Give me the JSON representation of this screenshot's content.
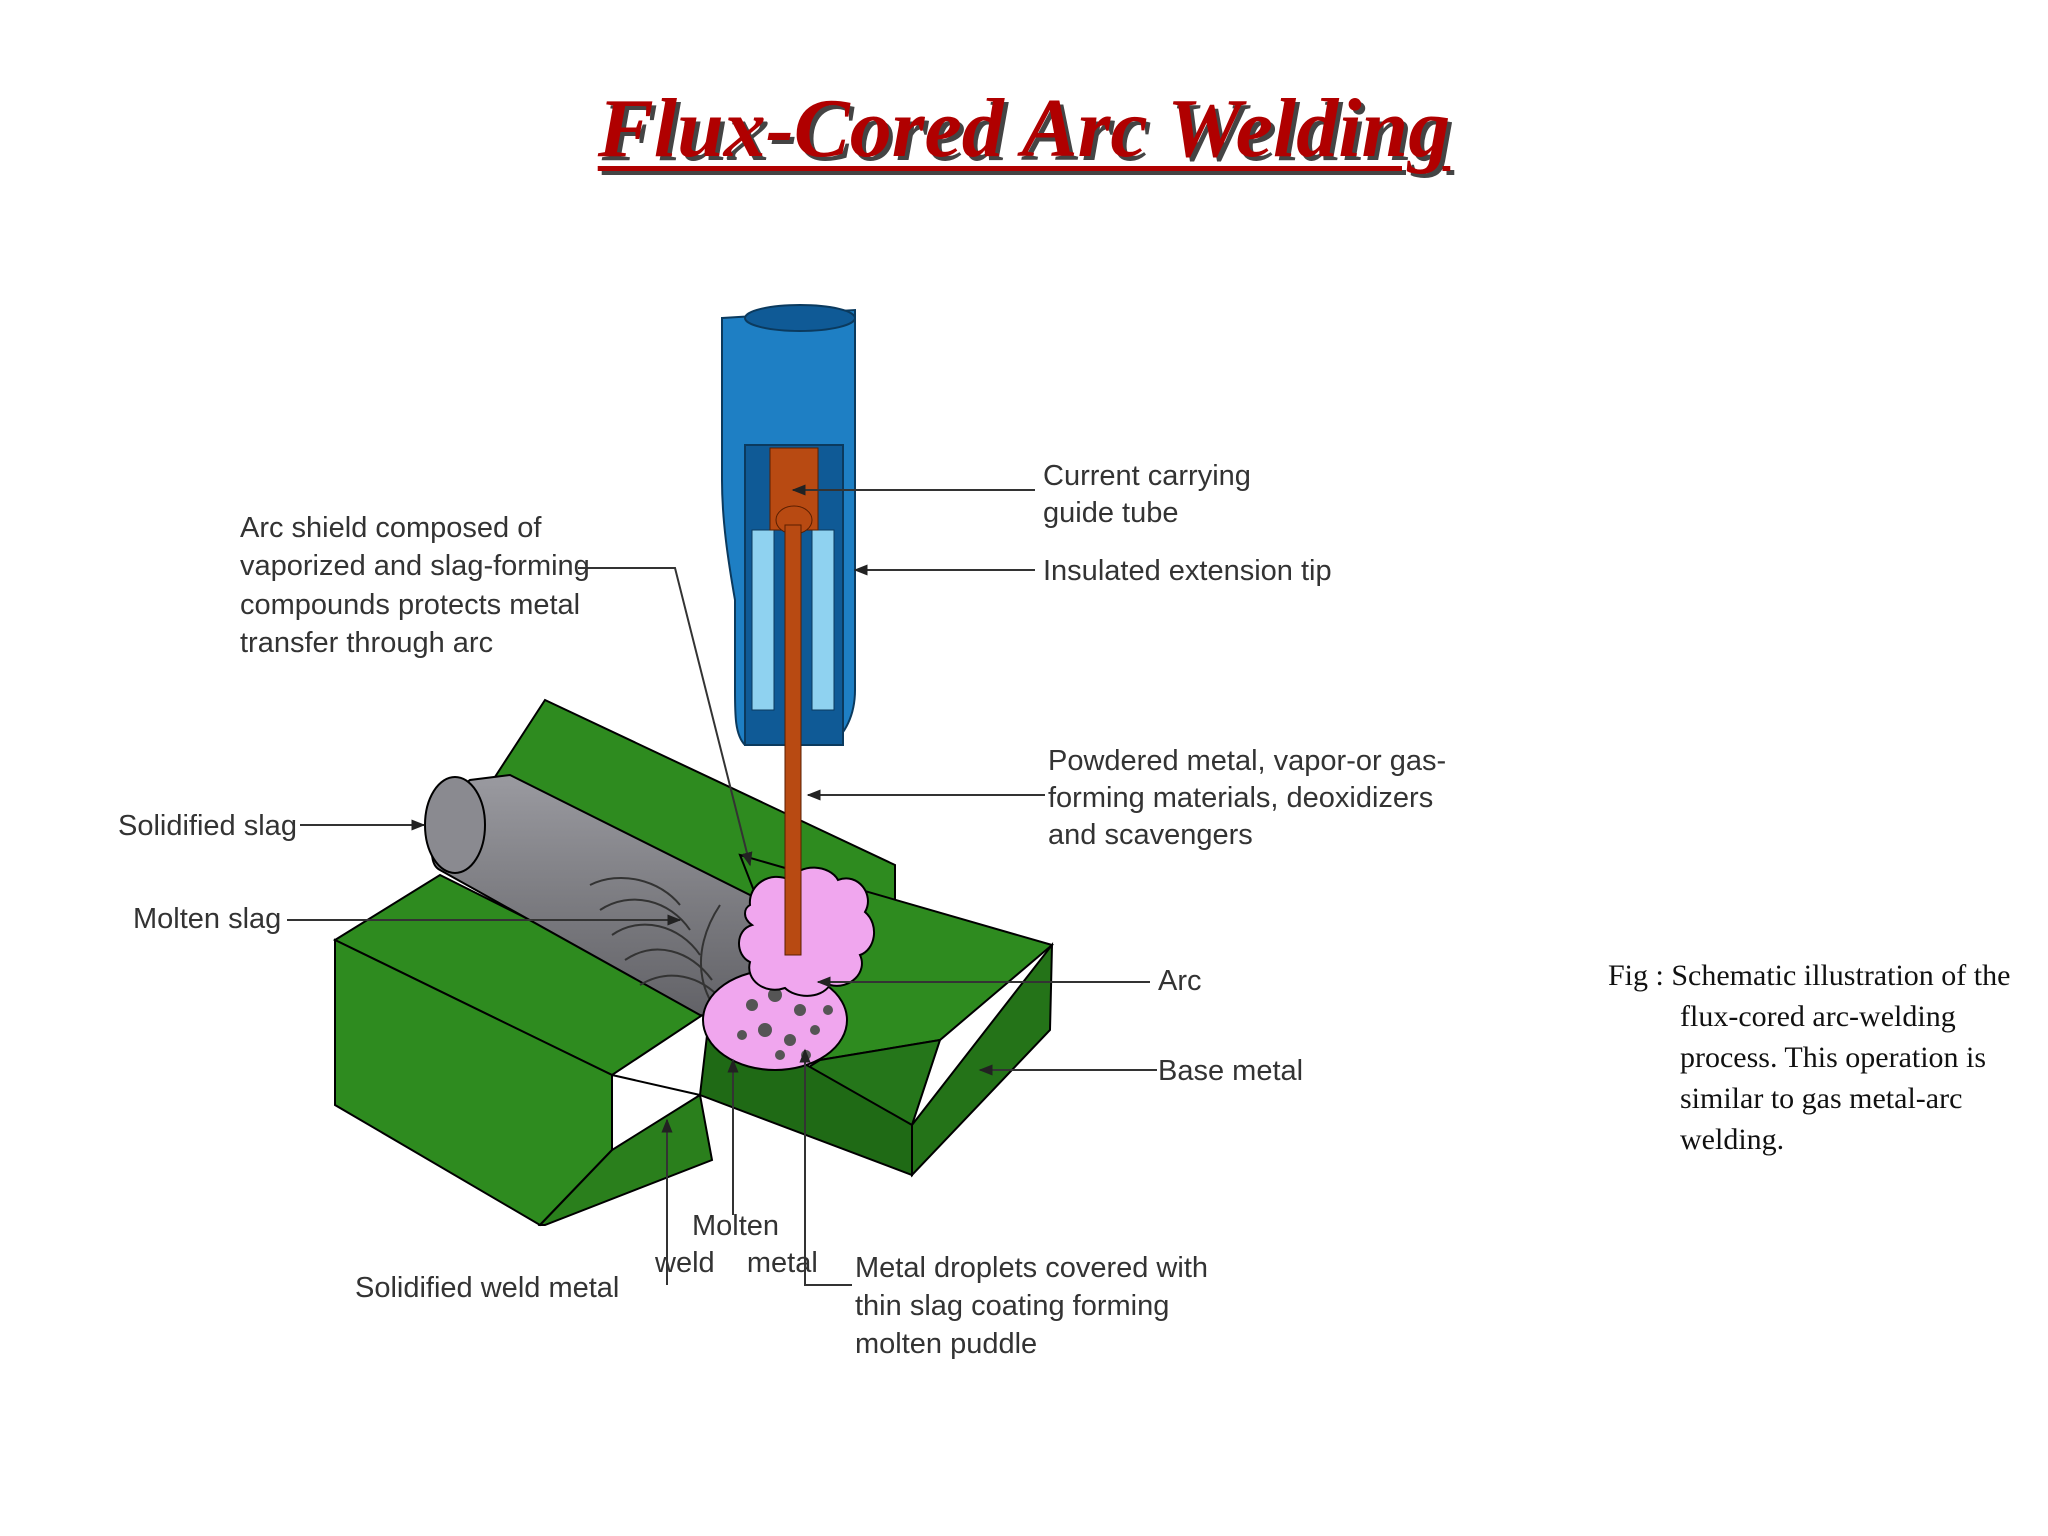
{
  "title": "Flux-Cored Arc Welding",
  "labels": {
    "guide_tube": [
      "Current carrying",
      "guide tube"
    ],
    "extension_tip": "Insulated extension tip",
    "arc_shield": [
      "Arc shield composed of",
      "vaporized and slag-forming",
      "compounds protects metal",
      "transfer through arc"
    ],
    "powdered_metal": [
      "Powdered metal, vapor-or gas-",
      "forming materials, deoxidizers",
      "and scavengers"
    ],
    "solidified_slag": "Solidified slag",
    "molten_slag": "Molten slag",
    "arc": "Arc",
    "base_metal": "Base metal",
    "molten_weld_metal": [
      "Molten",
      "weld    metal"
    ],
    "solidified_weld_metal": "Solidified weld metal",
    "metal_droplets": [
      "Metal droplets covered with",
      "thin slag coating forming",
      "molten puddle"
    ]
  },
  "caption": "Fig : Schematic illustration of the flux-cored arc-welding process. This operation is similar to gas metal-arc welding.",
  "colors": {
    "title": "#b00000",
    "base_metal": "#2e8b1f",
    "slag": "#7a7a7e",
    "arc_shield": "#f0a6ee",
    "gun": "#1e7fc4",
    "electrode": "#b84a12"
  }
}
